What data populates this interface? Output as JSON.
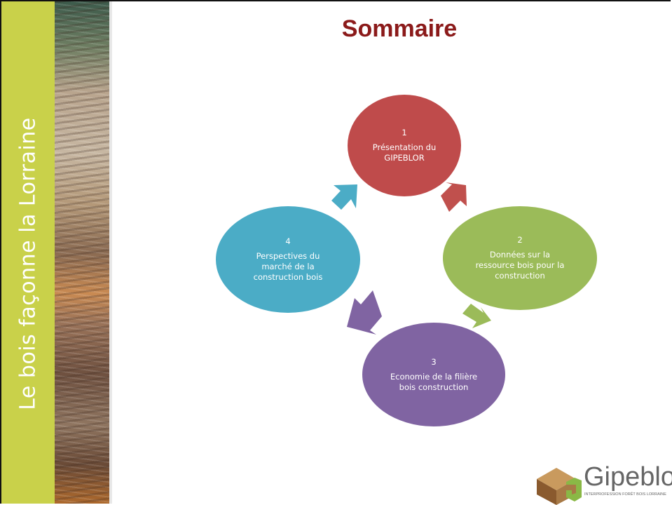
{
  "side_title": "Le bois façonne la Lorraine",
  "title": "Sommaire",
  "nodes": [
    {
      "number": "1",
      "label": "Présentation du\nGIPEBLOR",
      "color": "#bf4b4b"
    },
    {
      "number": "2",
      "label": "Données sur la\nressource bois pour la\nconstruction",
      "color": "#9bbb59"
    },
    {
      "number": "3",
      "label": "Economie de la filière\nbois construction",
      "color": "#8064a2"
    },
    {
      "number": "4",
      "label": "Perspectives du\nmarché de la\nconstruction bois",
      "color": "#4bacc6"
    }
  ],
  "logo": {
    "name": "Gipeblor",
    "subtitle": "INTERPROFESSION FORÊT BOIS LORRAINE"
  },
  "colors": {
    "band": "#c9d14a",
    "title": "#8b1a1a"
  }
}
